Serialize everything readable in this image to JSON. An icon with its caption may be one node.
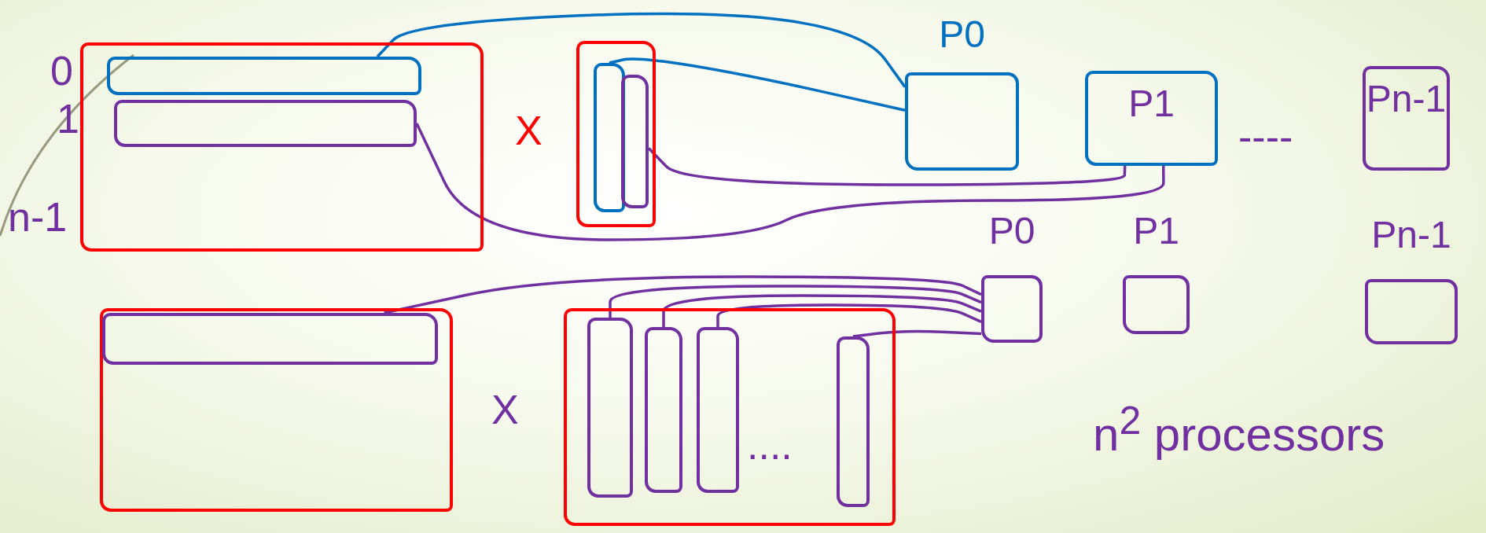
{
  "diagram": {
    "nodes": [
      {
        "text": [],
        "shape": "box"
      },
      {
        "text": [],
        "shape": "box",
        "in": 0
      },
      {
        "text": [],
        "shape": "box",
        "in": 0
      },
      {
        "text": [],
        "shape": "box"
      },
      {
        "text": [],
        "shape": "box",
        "in": 3
      },
      {
        "text": [],
        "shape": "box",
        "in": 3
      },
      {
        "text": [
          "P0"
        ]
      },
      {
        "text": [
          "P1"
        ]
      },
      {
        "text": [
          "Pn-1"
        ]
      },
      {
        "text": [],
        "shape": "box"
      },
      {
        "text": [],
        "shape": "box",
        "in": 9
      },
      {
        "text": [],
        "shape": "box"
      },
      {
        "text": [],
        "shape": "box",
        "in": 11
      },
      {
        "text": [],
        "shape": "box",
        "in": 11
      },
      {
        "text": [],
        "shape": "box",
        "in": 11
      },
      {
        "text": [],
        "shape": "box",
        "in": 11
      },
      {
        "text": [
          "P0"
        ]
      },
      {
        "text": [
          "P1"
        ]
      },
      {
        "text": [
          "Pn-1"
        ]
      }
    ],
    "edges": [
      {
        "from": 1,
        "to": 6,
        "arrow": "none",
        "color": "#0070c0"
      },
      {
        "from": 4,
        "to": 6,
        "arrow": "none",
        "color": "#0070c0"
      },
      {
        "from": 2,
        "to": 7,
        "arrow": "none"
      },
      {
        "from": 5,
        "to": 7,
        "arrow": "none"
      },
      {
        "from": 10,
        "to": 16,
        "arrow": "none"
      },
      {
        "from": 12,
        "to": 16,
        "arrow": "none"
      },
      {
        "from": 13,
        "to": 16,
        "arrow": "none"
      },
      {
        "from": 14,
        "to": 16,
        "arrow": "none"
      },
      {
        "from": 15,
        "to": 16,
        "arrow": "none"
      }
    ],
    "labels": [
      "0",
      "1",
      "n-1",
      "X",
      "----",
      "X",
      "....",
      "n$^{2}$ processors"
    ]
  }
}
